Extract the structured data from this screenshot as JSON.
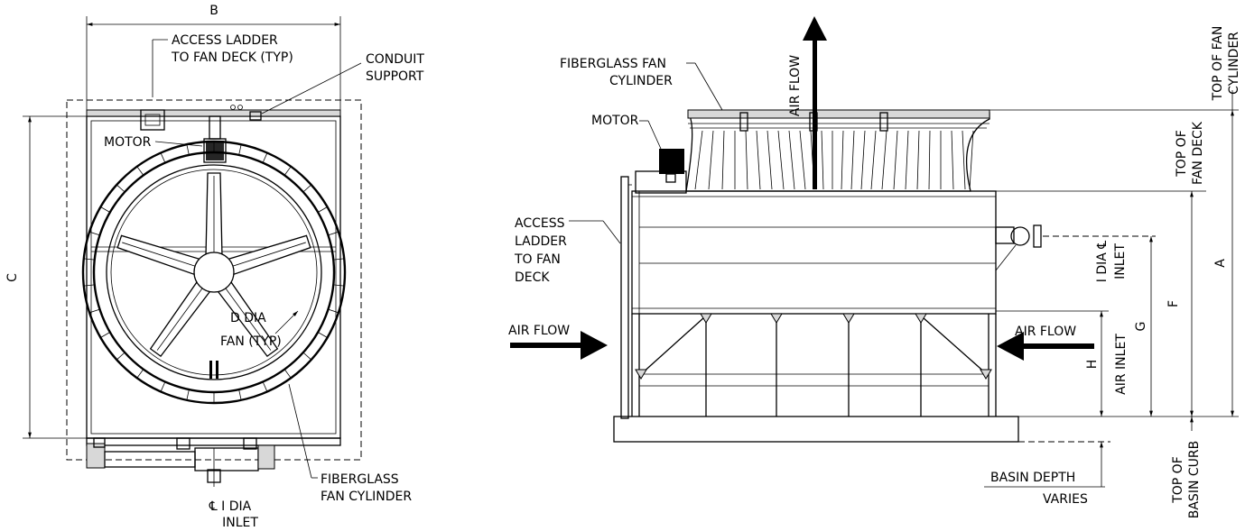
{
  "front": {
    "dim_b": "B",
    "dim_c": "C",
    "ladder": [
      "ACCESS LADDER",
      "TO FAN DECK (TYP)"
    ],
    "conduit": [
      "CONDUIT",
      "SUPPORT"
    ],
    "motor": "MOTOR",
    "fan": [
      "D DIA",
      "FAN (TYP)"
    ],
    "cylinder": [
      "FIBERGLASS",
      "FAN CYLINDER"
    ],
    "inlet": [
      "℄ I DIA",
      "INLET"
    ]
  },
  "side": {
    "cylinder": [
      "FIBERGLASS FAN",
      "CYLINDER"
    ],
    "motor": "MOTOR",
    "airflow_up": "AIR FLOW",
    "airflow_left": "AIR FLOW",
    "airflow_right": "AIR FLOW",
    "ladder": [
      "ACCESS",
      "LADDER",
      "TO FAN",
      "DECK"
    ],
    "inlet": [
      "I DIA ℄",
      "INLET"
    ],
    "dim_a": "A",
    "dim_f": "F",
    "dim_g": "G",
    "dim_h": [
      "H",
      "AIR INLET"
    ],
    "top_fan_cyl": [
      "TOP OF FAN",
      "CYLINDER"
    ],
    "top_fan_deck": [
      "TOP OF",
      "FAN DECK"
    ],
    "top_basin": [
      "TOP OF",
      "BASIN CURB"
    ],
    "basin_depth": [
      "BASIN DEPTH",
      "VARIES"
    ]
  }
}
